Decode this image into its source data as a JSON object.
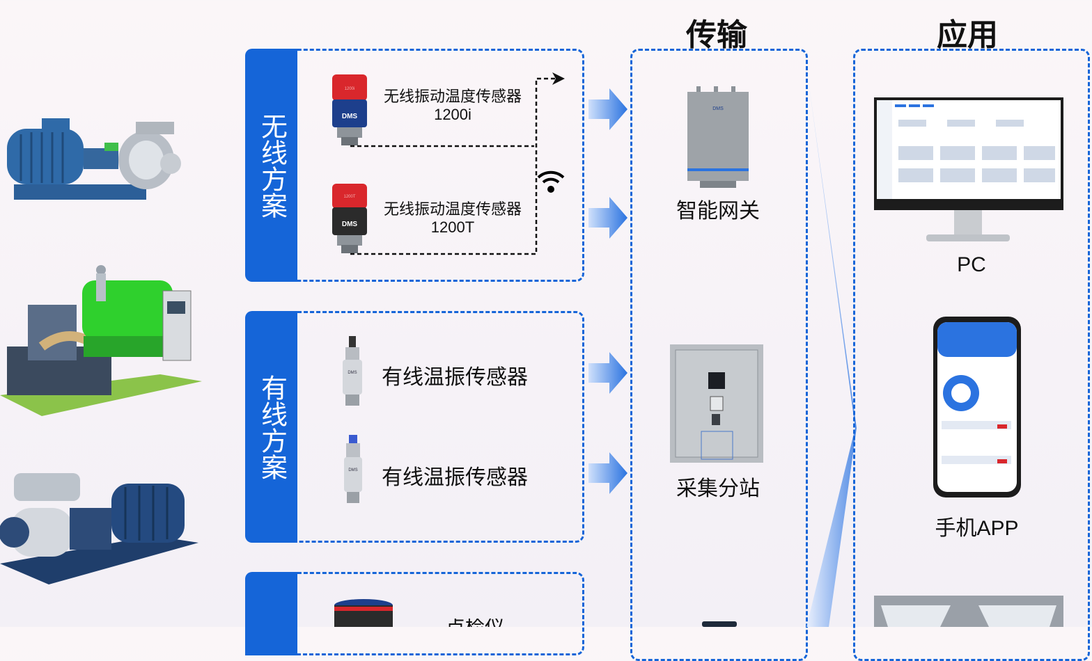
{
  "columns": {
    "transmission_title": "传输",
    "application_title": "应用"
  },
  "schemes": {
    "wireless": {
      "title": "无线方案",
      "sensors": [
        {
          "name": "无线振动温度传感器",
          "model": "1200i"
        },
        {
          "name": "无线振动温度传感器",
          "model": "1200T"
        }
      ]
    },
    "wired": {
      "title": "有线方案",
      "sensors": [
        {
          "name": "有线温振传感器"
        },
        {
          "name": "有线温振传感器"
        }
      ]
    },
    "third": {
      "partial_label": "点检仪"
    }
  },
  "transmission": {
    "gateway": "智能网关",
    "station": "采集分站"
  },
  "applications": {
    "pc": "PC",
    "app": "手机APP"
  },
  "colors": {
    "accent": "#1565d8",
    "sensor_red": "#d9272c",
    "sensor_blue": "#1d3f8c",
    "motor_blue": "#2a5d9b",
    "green": "#49d23a"
  },
  "sensor_brand": "DMS"
}
